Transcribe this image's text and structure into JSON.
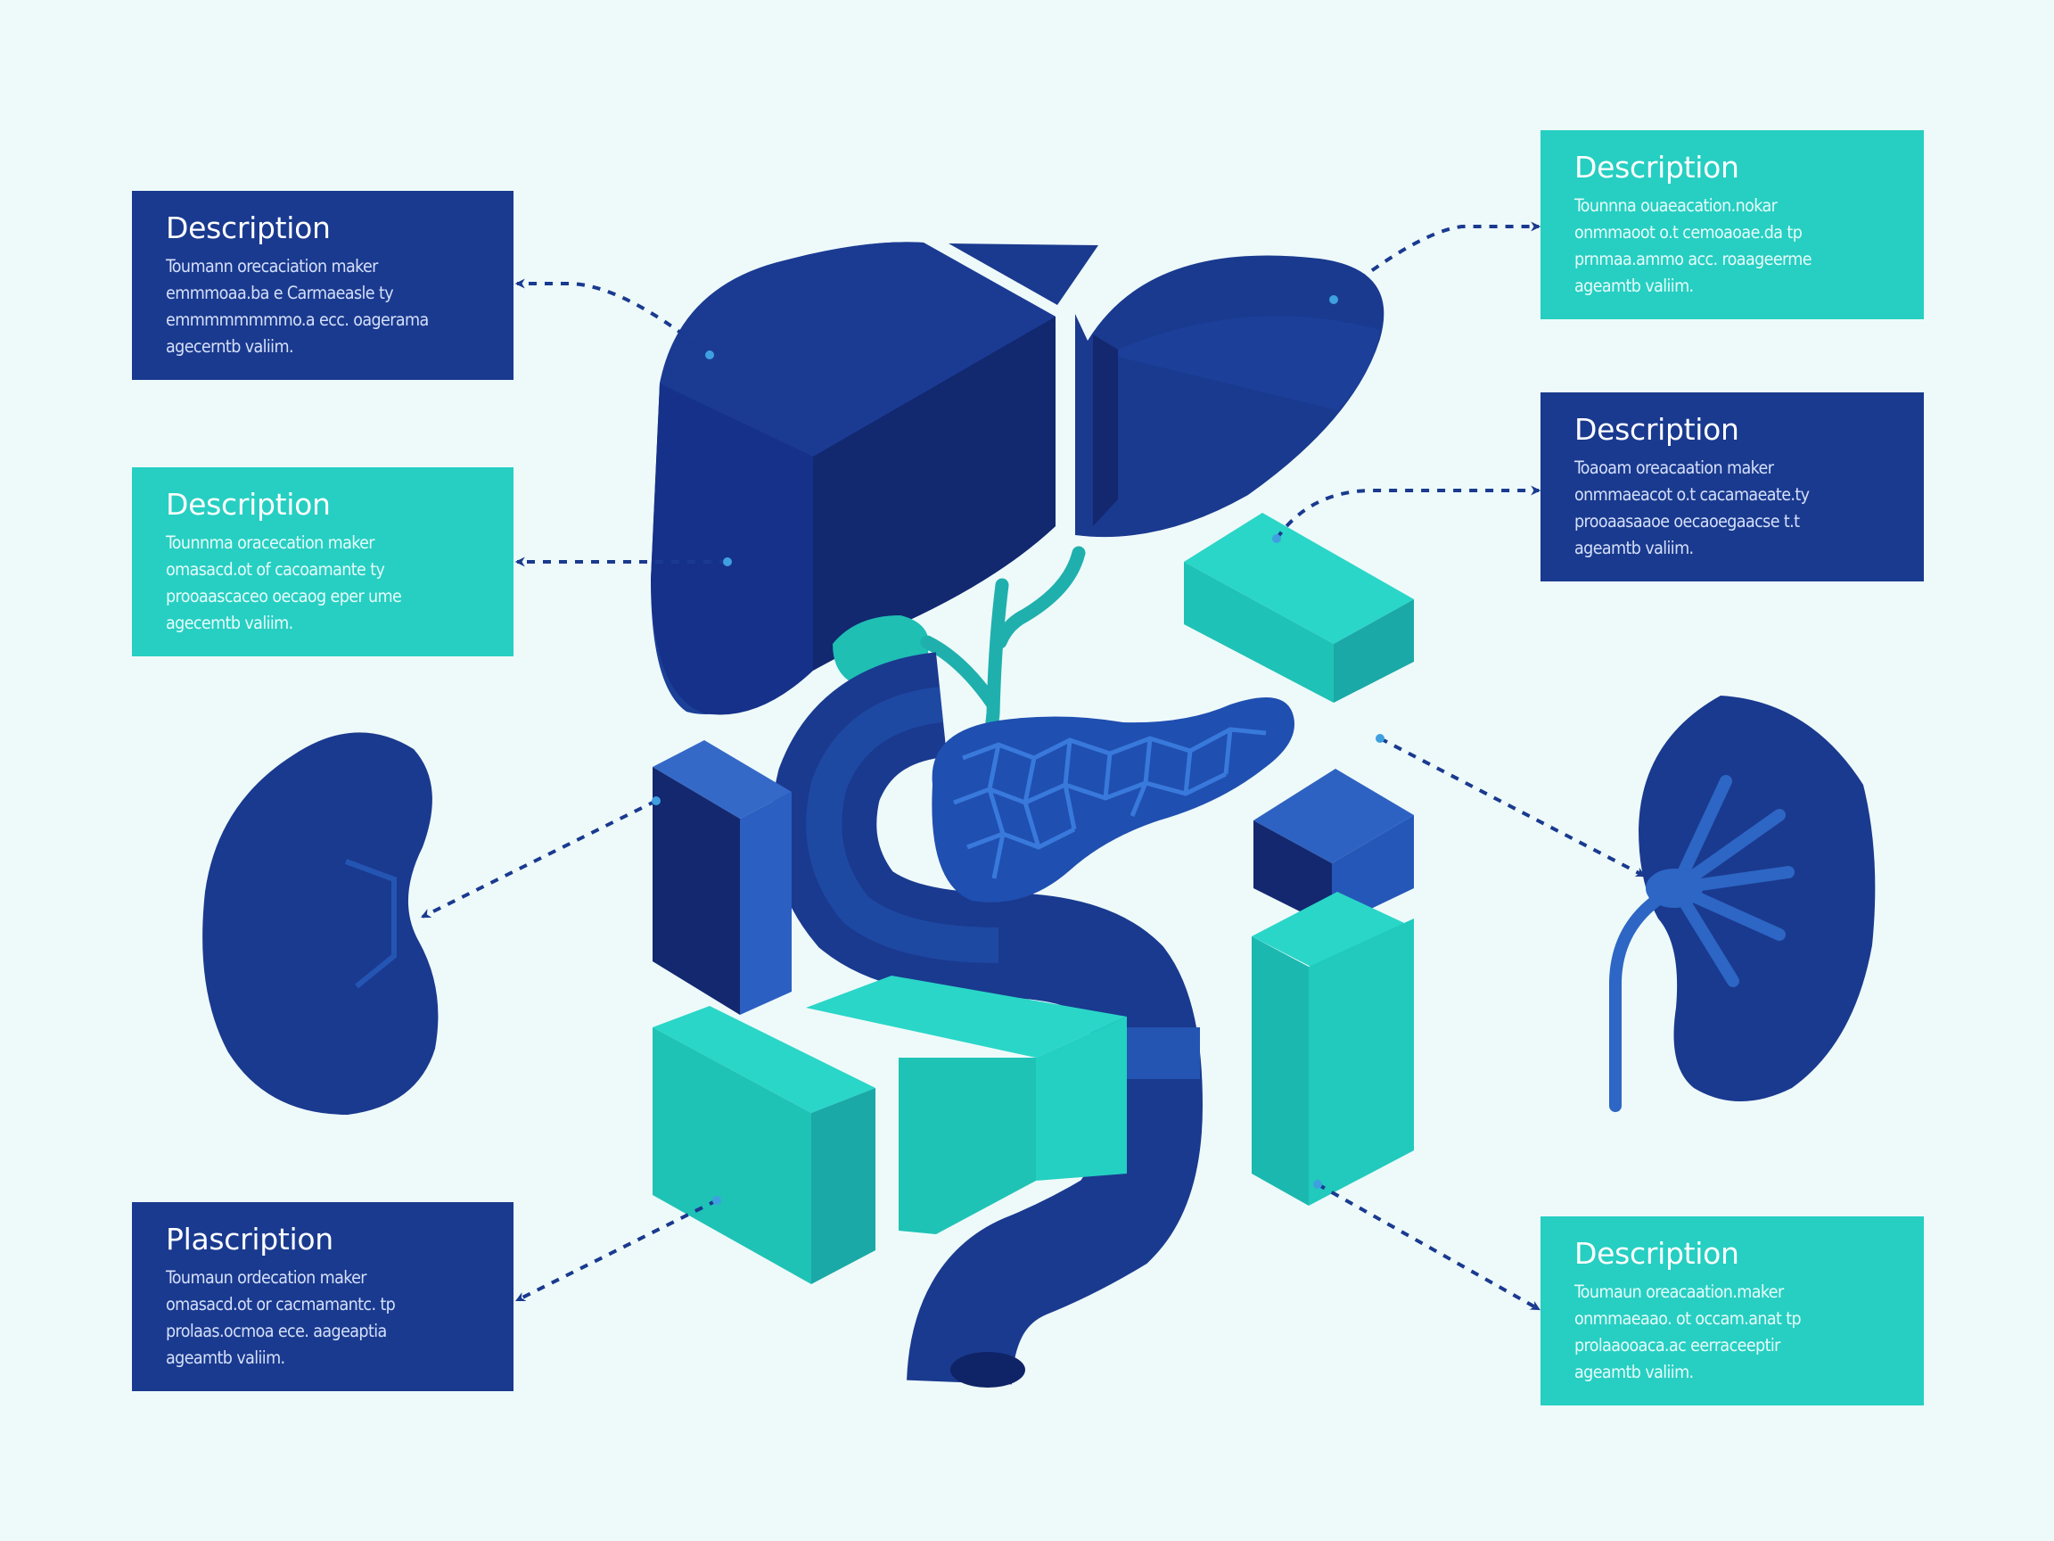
{
  "colors": {
    "navy": "#1a3a8f",
    "navy_dark": "#13286f",
    "blue": "#2d66c4",
    "teal": "#26cfc2",
    "teal_dark": "#1aa9a6",
    "background": "#eefafa"
  },
  "labels": [
    {
      "id": "top-left",
      "title": "Description",
      "body": "Toumann orecaciation maker\nemmmoaa.ba e Carmaeasle ty\nemmmmmmmmo.a ecc. oagerama\nagecerntb valiim.",
      "color": "navy"
    },
    {
      "id": "mid-left",
      "title": "Description",
      "body": "Tounnma oracecation maker\nomasacd.ot of cacoamante ty\nprooaascaceo oecaog eper ume\nagecemtb valiim.",
      "color": "teal"
    },
    {
      "id": "bottom-left",
      "title": "Plascription",
      "body": "Toumaun ordecation maker\nomasacd.ot or cacmamantc. tp\nprolaas.ocmoa ece. aageaptia\nageamtb valiim.",
      "color": "navy"
    },
    {
      "id": "top-right",
      "title": "Description",
      "body": "Tounnna ouaeacation.nokar\nonmmaoot o.t cemoaoae.da tp\nprnmaa.ammo acc. roaageerme\nageamtb valiim.",
      "color": "teal"
    },
    {
      "id": "mid-right",
      "title": "Description",
      "body": "Toaoam oreacaation maker\nonmmaeacot o.t cacamaeate.ty\nprooaasaaoe oecaoegaacse t.t\nageamtb valiim.",
      "color": "navy"
    },
    {
      "id": "bottom-right",
      "title": "Description",
      "body": "Toumaun oreacaation.maker\nonmmaeaao. ot occam.anat tp\nprolaaooaca.ac eerraceeptir\nageamtb valiim.",
      "color": "teal"
    }
  ]
}
